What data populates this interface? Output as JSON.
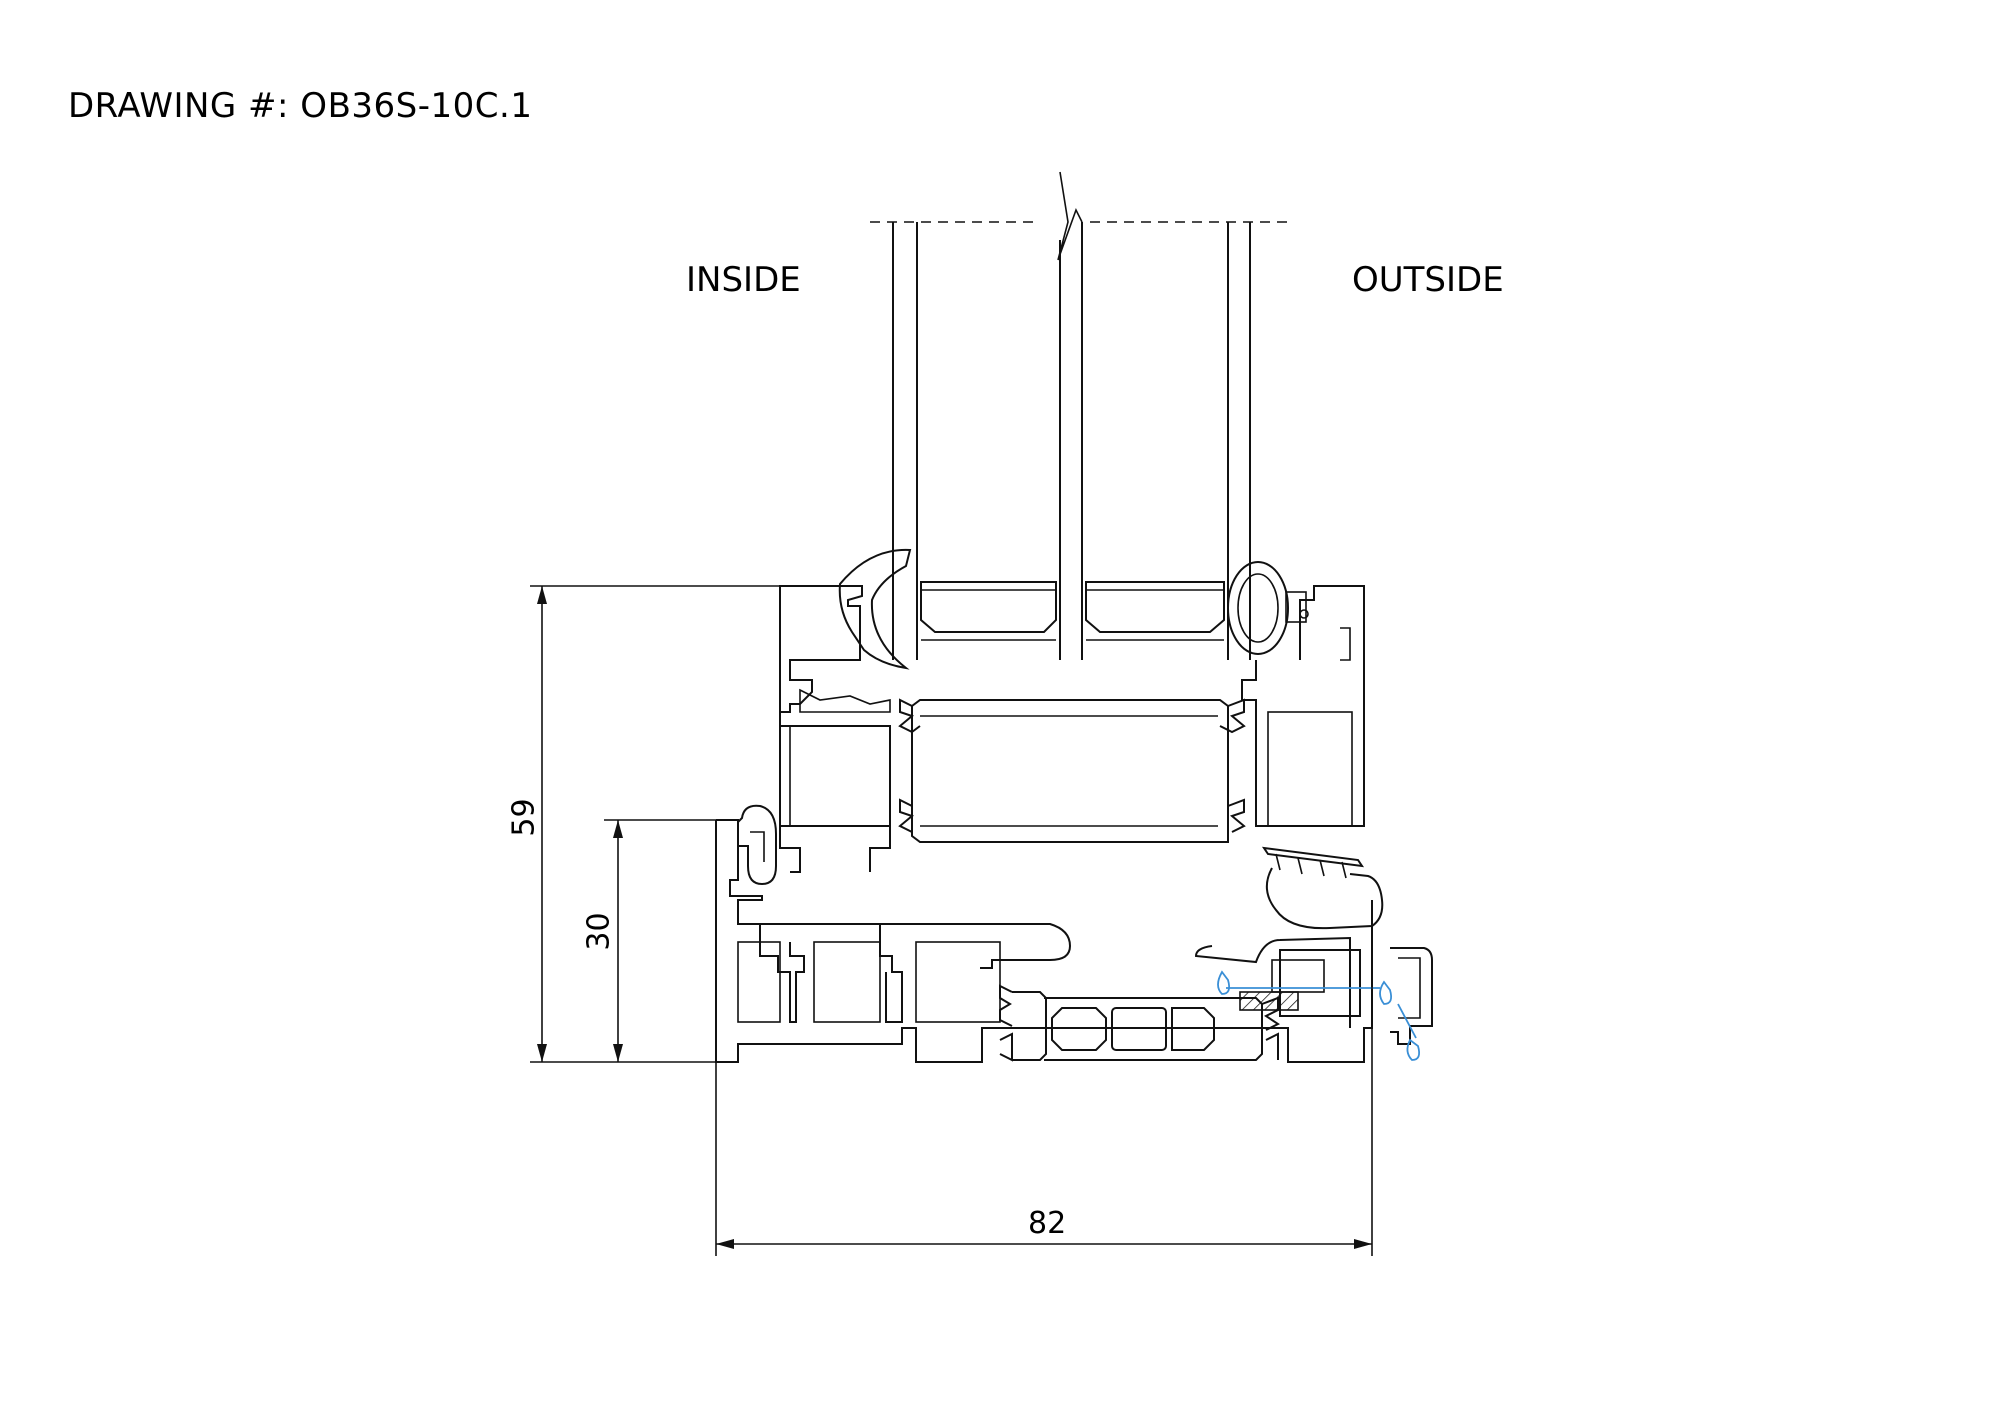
{
  "drawing": {
    "title": "DRAWING #: OB36S-10C.1",
    "inside_label": "INSIDE",
    "outside_label": "OUTSIDE"
  },
  "dimensions": {
    "height_overall": "59",
    "height_frame": "30",
    "width_overall": "82"
  },
  "colors": {
    "line": "#111111",
    "drainage_path": "#3a8fd6",
    "background": "#ffffff"
  }
}
